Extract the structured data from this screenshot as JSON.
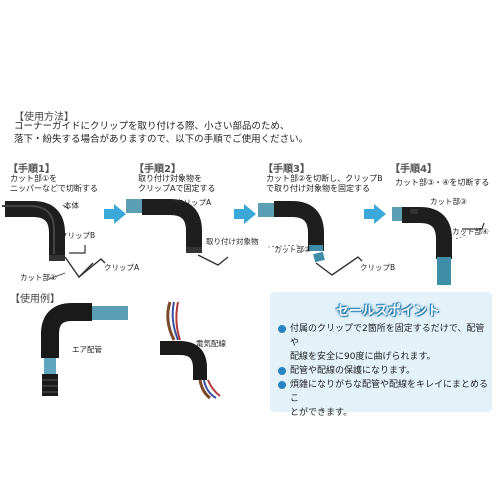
{
  "usage": {
    "title": "【使用方法】",
    "line1": "コーナーガイドにクリップを取り付ける際、小さい部品のため、",
    "line2": "落下・紛失する場合がありますので、以下の手順でご使用ください。"
  },
  "steps": [
    {
      "label": "【手順1】",
      "note1": "カット部①を",
      "note2": "ニッパーなどで切断する",
      "tags": {
        "body": "本体",
        "clipB": "クリップB",
        "clipA": "クリップA",
        "cut": "カット部①"
      }
    },
    {
      "label": "【手順2】",
      "note1": "取り付け対象物を",
      "note2": "クリップAで固定する",
      "tags": {
        "clipA": "クリップA",
        "target": "取り付け対象物"
      }
    },
    {
      "label": "【手順3】",
      "note1": "カット部②を切断し、クリップB",
      "note2": "で取り付け対象物を固定する",
      "tags": {
        "cut": "カット部②",
        "clipB": "クリップB"
      }
    },
    {
      "label": "【手順4】",
      "note1": "カット部③・④を切断する",
      "tags": {
        "cut3": "カット部③",
        "cut4": "カット部④"
      }
    }
  ],
  "examples": {
    "title": "【使用例】",
    "air": "エア配管",
    "elec": "電気配線"
  },
  "sales": {
    "title": "セールスポイント",
    "points": [
      {
        "l1": "付属のクリップで2箇所を固定するだけで、配管や",
        "l2": "配線を安全に90度に曲げられます。"
      },
      {
        "l1": "配管や配線の保護になります。"
      },
      {
        "l1": "煩雑になりがちな配管や配線をキレイにまとめるこ",
        "l2": "とができます。"
      }
    ]
  },
  "colors": {
    "accent": "#2b84c2",
    "arrow": "#3aa8d8",
    "tube": "#3f8ea8",
    "guide": "#1e1e1e",
    "box": "#e3f1f8"
  }
}
